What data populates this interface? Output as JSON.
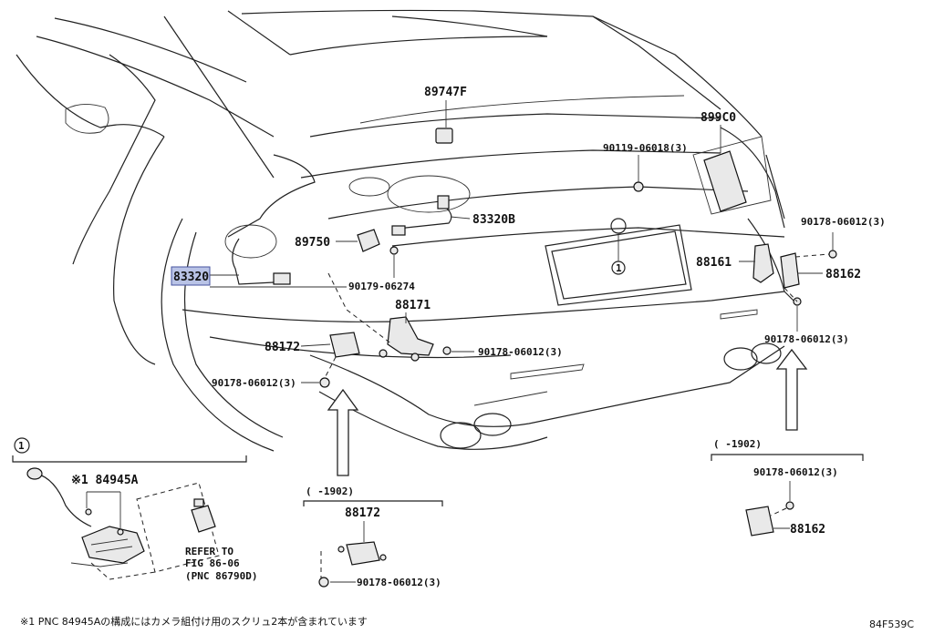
{
  "callouts": {
    "p89747F": "89747F",
    "p899C0": "899C0",
    "p90119": "90119-06018(3)",
    "p83320B": "83320B",
    "p89750": "89750",
    "p83320": "83320",
    "p90179": "90179-06274",
    "p88171": "88171",
    "p88172": "88172",
    "p90178a": "90178-06012(3)",
    "p90178b": "90178-06012(3)",
    "p88161": "88161",
    "p90178c": "90178-06012(3)",
    "p88162": "88162",
    "p90178d": "90178-06012(3)",
    "ref1": "1"
  },
  "inset1": {
    "marker": "1",
    "p84945A": "※1 84945A",
    "refer_line1": "REFER TO",
    "refer_line2": "FIG 86-06",
    "refer_line3": "(PNC 86790D)"
  },
  "inset2": {
    "range": "(     -1902)",
    "p88172": "88172",
    "p90178": "90178-06012(3)"
  },
  "inset3": {
    "range": "(     -1902)",
    "p90178": "90178-06012(3)",
    "p88162": "88162"
  },
  "footnote": "※1 PNC 84945Aの構成にはカメラ組付け用のスクリュ2本が含まれています",
  "figure_code": "84F539C"
}
